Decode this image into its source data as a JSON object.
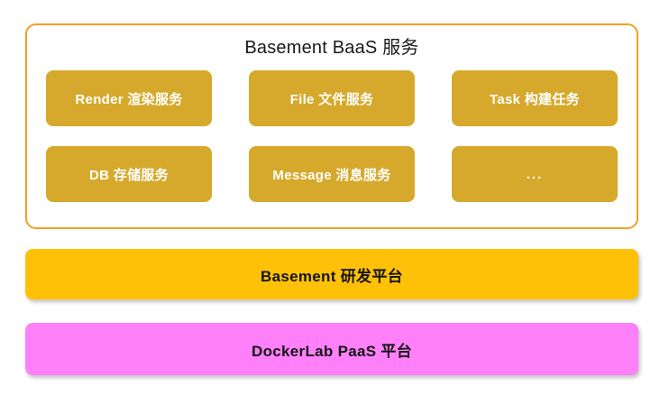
{
  "diagram": {
    "background_color": "#ffffff",
    "baas_panel": {
      "title": "Basement BaaS 服务",
      "border_color": "#f2a022",
      "service_box_color": "#d6a92c",
      "service_text_color": "#ffffff",
      "rows": [
        [
          {
            "label": "Render 渲染服务"
          },
          {
            "label": "File 文件服务"
          },
          {
            "label": "Task 构建任务"
          }
        ],
        [
          {
            "label": "DB 存储服务"
          },
          {
            "label": "Message 消息服务"
          },
          {
            "label": "..."
          }
        ]
      ]
    },
    "bars": [
      {
        "label": "Basement 研发平台",
        "color": "#ffc107"
      },
      {
        "label": "DockerLab PaaS 平台",
        "color": "#ff80f9"
      }
    ]
  }
}
